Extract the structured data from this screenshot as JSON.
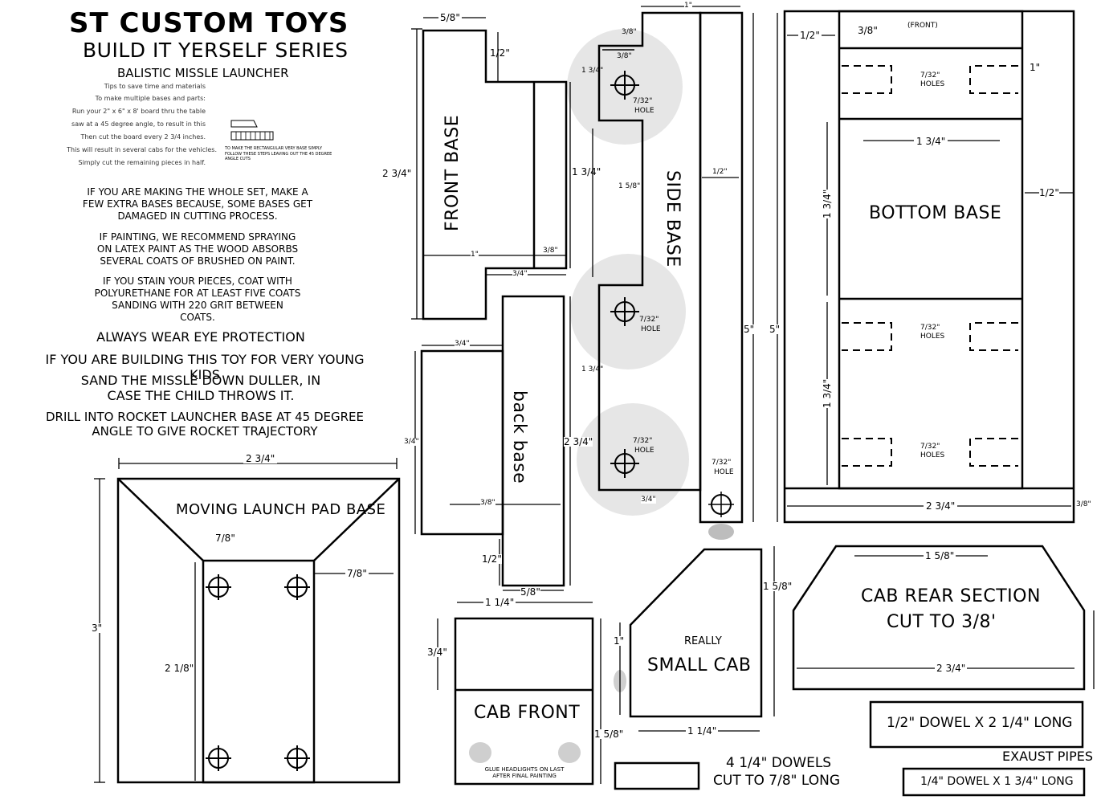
{
  "header": {
    "brand": "ST CUSTOM TOYS",
    "series": "BUILD IT YERSELF SERIES",
    "project": "BALISTIC MISSLE LAUNCHER"
  },
  "tips": {
    "lines": [
      "Tips to save time and materials",
      "To make multiple bases and parts:",
      "Run your 2\" x 6\" x 8' board thru the table",
      "saw at a 45 degree angle, to result in this",
      "Then cut the board every 2 3/4 inches.",
      "This will result in several cabs for the vehicles.",
      "Simply cut the remaining pieces in half."
    ],
    "side_note": "TO MAKE THE RECTANGULAR VERY BASE SIMPLY FOLLOW THESE STEPS LEAVING OUT THE 45 DEGREE ANGLE CUTS"
  },
  "notes": [
    "IF YOU ARE MAKING THE WHOLE SET, MAKE A FEW EXTRA BASES BECAUSE, SOME BASES GET DAMAGED IN CUTTING PROCESS.",
    "IF PAINTING, WE RECOMMEND SPRAYING ON LATEX PAINT AS THE WOOD ABSORBS SEVERAL COATS OF BRUSHED ON PAINT.",
    "IF YOU STAIN YOUR PIECES, COAT WITH POLYURETHANE FOR AT LEAST FIVE COATS SANDING WITH 220 GRIT BETWEEN COATS."
  ],
  "warnings": [
    "ALWAYS WEAR EYE PROTECTION",
    "IF YOU ARE BUILDING THIS TOY FOR VERY YOUNG KIDS",
    "SAND THE MISSLE DOWN DULLER, IN CASE THE CHILD THROWS IT.",
    "DRILL INTO ROCKET LAUNCHER BASE AT 45 DEGREE ANGLE TO GIVE ROCKET TRAJECTORY"
  ],
  "parts": {
    "launch_pad": {
      "label": "MOVING LAUNCH PAD BASE",
      "width": "2 3/4\"",
      "height": "3\"",
      "inset_top": "7/8\"",
      "inset_side": "7/8\"",
      "hole_span": "2 1/8\""
    },
    "front_base": {
      "label": "FRONT BASE",
      "top": "5/8\"",
      "notch": "1/2\"",
      "height": "2 3/4\"",
      "right": "1 3/4\"",
      "bottom1": "1\"",
      "bottom2": "3/8\"",
      "bottom3": "3/4\""
    },
    "back_base": {
      "label": "back base",
      "top": "3/4\"",
      "left": "3/4\"",
      "inner": "3/8\"",
      "right": "2 3/4\"",
      "bottom": "5/8\"",
      "notch": "1/2\""
    },
    "side_base": {
      "label": "SIDE BASE",
      "top": "1\"",
      "a": "3/8\"",
      "b": "3/8\"",
      "c": "1 3/4\"",
      "d": "1 5/8\"",
      "e": "1 3/4\"",
      "f": "3/4\"",
      "g": "1/2\"",
      "height": "5\"",
      "hole": "7/32\"",
      "hole_word": "HOLE"
    },
    "bottom_base": {
      "label": "BOTTOM BASE",
      "front": "(FRONT)",
      "left": "1/2\"",
      "top_inset": "3/8\"",
      "top_right": "1\"",
      "mid_width": "1 3/4\"",
      "right": "1/2\"",
      "v1": "1 3/4\"",
      "v2": "1 3/4\"",
      "height": "5\"",
      "width": "2 3/4\"",
      "bottom": "3/8\"",
      "holes": "7/32\"",
      "holes_word": "HOLES"
    },
    "cab_front": {
      "label": "CAB FRONT",
      "width": "1 1/4\"",
      "top_h": "3/4\"",
      "height": "1 5/8\"",
      "glue_note": "GLUE HEADLIGHTS ON LAST AFTER FINAL PAINTING"
    },
    "small_cab": {
      "line1": "REALLY",
      "line2": "SMALL CAB",
      "h1": "1\"",
      "height": "1 5/8\"",
      "width": "1 1/4\""
    },
    "cab_rear": {
      "line1": "CAB REAR SECTION",
      "line2": "CUT TO 3/8'",
      "top": "1 5/8\"",
      "width": "2 3/4\""
    },
    "dowels": {
      "line1": "4 1/4\" DOWELS",
      "line2": "CUT TO 7/8\" LONG"
    },
    "dowel_long": {
      "label": "1/2\" DOWEL X 2 1/4\" LONG"
    },
    "exhaust": {
      "title": "EXAUST PIPES",
      "label": "1/4\" DOWEL X 1 3/4\" LONG"
    }
  }
}
